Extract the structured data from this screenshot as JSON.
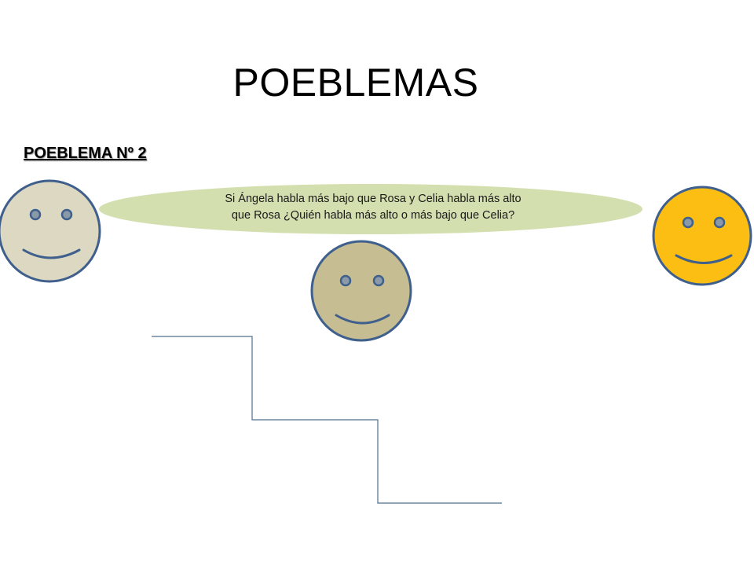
{
  "title": "POEBLEMAS",
  "problem": {
    "heading": "POEBLEMA Nº 2",
    "question_line1": "Si Ángela habla más bajo que Rosa y Celia habla más alto",
    "question_line2": "que Rosa ¿Quién habla más alto o más bajo que Celia?"
  },
  "colors": {
    "bubble_fill": "#d3dfae",
    "face_left": "#dcd8c1",
    "face_middle": "#c7bd92",
    "face_right": "#fcbe12",
    "face_outline": "#3f5f8c",
    "eye_fill": "#8a9aa8",
    "stairs_line": "#4f6f8f"
  },
  "faces": [
    {
      "name": "face-left"
    },
    {
      "name": "face-middle"
    },
    {
      "name": "face-right"
    }
  ]
}
